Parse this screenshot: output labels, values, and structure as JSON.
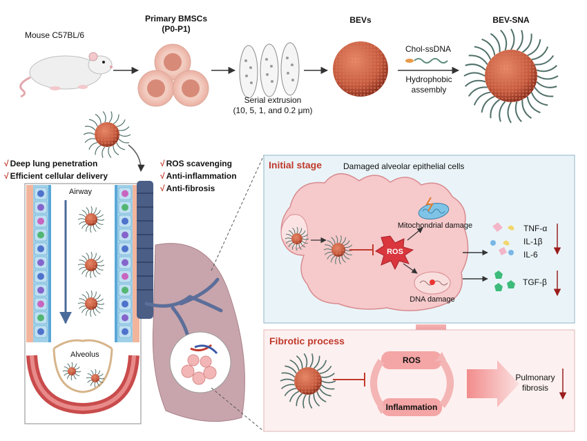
{
  "top": {
    "mouse": "Mouse C57BL/6",
    "bmsc_line1": "Primary BMSCs",
    "bmsc_line2": "(P0-P1)",
    "bevs": "BEVs",
    "bev_sna": "BEV-SNA",
    "extrusion_line1": "Serial extrusion",
    "extrusion_line2": "(10, 5, 1, and 0.2 μm)",
    "chol": "Chol-ssDNA",
    "hydro_line1": "Hydrophobic",
    "hydro_line2": "assembly"
  },
  "benefits": {
    "left": [
      "Deep lung penetration",
      "Efficient cellular delivery"
    ],
    "right": [
      "ROS scavenging",
      "Anti-inflammation",
      "Anti-fibrosis"
    ],
    "check": "√"
  },
  "airway": {
    "airway": "Airway",
    "alveolus": "Alveolus"
  },
  "initial": {
    "title": "Initial stage",
    "cells": "Damaged alveolar epithelial cells",
    "mito": "Mitochondrial damage",
    "ros": "ROS",
    "dna": "DNA damage",
    "cytokines": [
      "TNF-α",
      "IL-1β",
      "IL-6"
    ],
    "tgf": "TGF-β"
  },
  "fibrotic": {
    "title": "Fibrotic process",
    "ros": "ROS",
    "inflammation": "Inflammation",
    "outcome_line1": "Pulmonary",
    "outcome_line2": "fibrosis"
  },
  "colors": {
    "accent_red": "#c0392b",
    "panel_blue": "#eaf4f8",
    "panel_pink": "#fdf0f0",
    "cell_pink": "#f6c9cb",
    "lung": "#c8a5ac",
    "trachea": "#4a5e86"
  }
}
